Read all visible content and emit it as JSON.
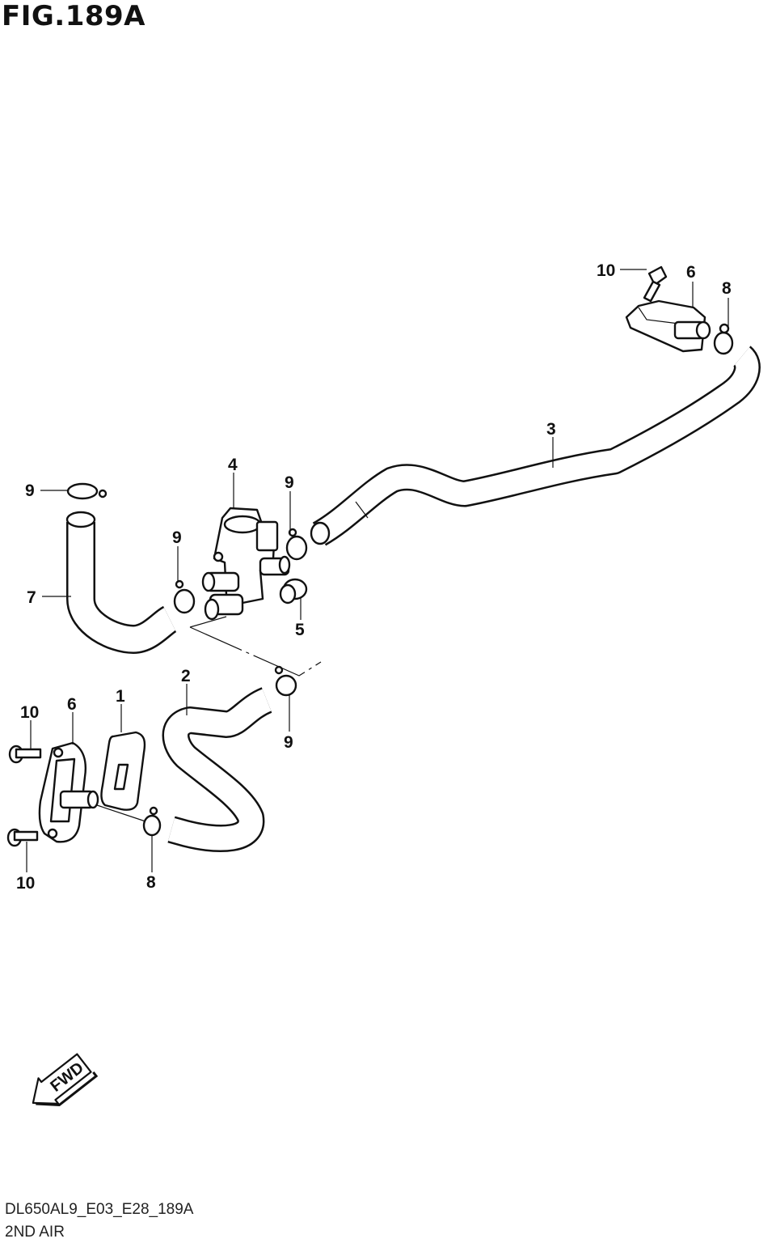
{
  "figure": {
    "title": "FIG.189A",
    "model_code": "DL650AL9_E03_E28_189A",
    "section_title": "2ND AIR"
  },
  "fwd_label": "FWD",
  "callouts": {
    "c10_top": "10",
    "c6_top": "6",
    "c8_top": "8",
    "c3": "3",
    "c4": "4",
    "c9_left": "9",
    "c9_valve_right": "9",
    "c9_valve_left": "9",
    "c7": "7",
    "c5": "5",
    "c2": "2",
    "c1": "1",
    "c6_bottom": "6",
    "c10_bottom_upper": "10",
    "c10_bottom_lower": "10",
    "c9_bottom": "9",
    "c8_bottom": "8"
  }
}
